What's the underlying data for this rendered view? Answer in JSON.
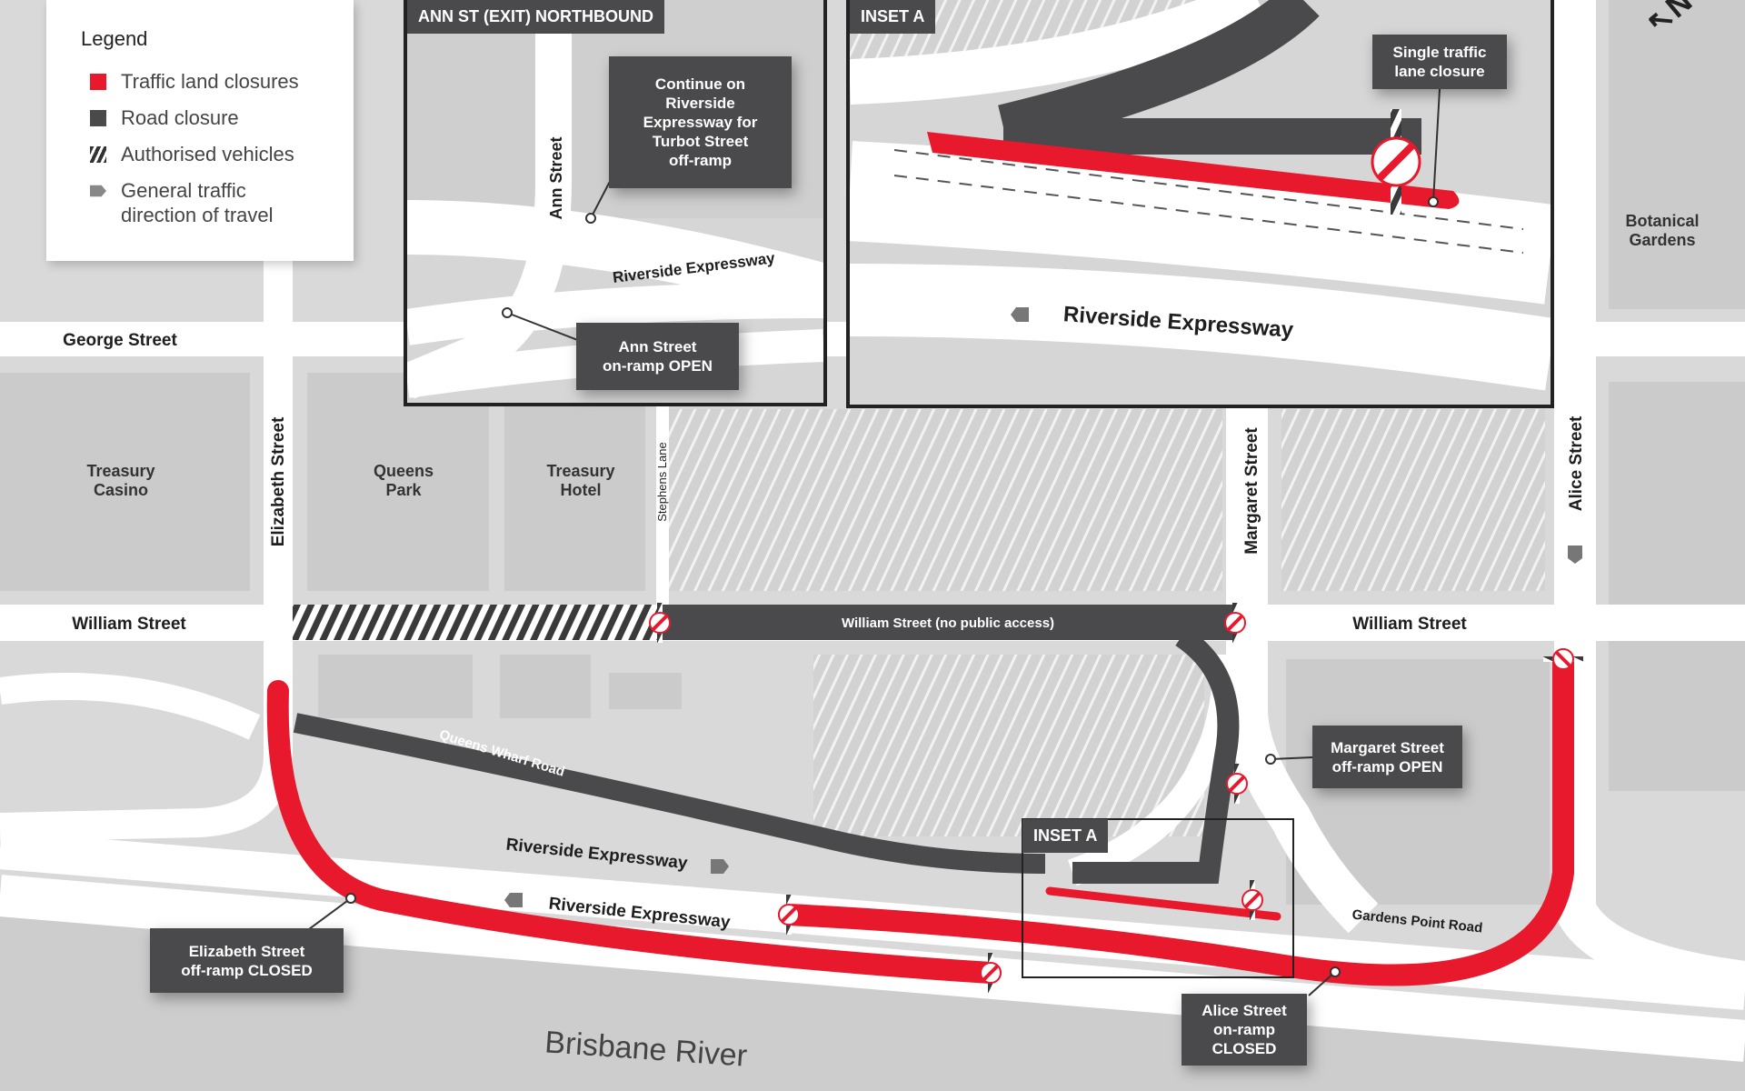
{
  "legend": {
    "title": "Legend",
    "items": [
      {
        "label": "Traffic land closures",
        "icon": "red-square-icon",
        "color": "#e8192c"
      },
      {
        "label": "Road closure",
        "icon": "dark-square-icon",
        "color": "#4a4a4c"
      },
      {
        "label": "Authorised vehicles",
        "icon": "hatch-icon"
      },
      {
        "label": "General traffic\ndirection of travel",
        "icon": "direction-arrow-icon"
      }
    ]
  },
  "colors": {
    "closure": "#e8192c",
    "road_closure": "#4a4a4c",
    "road": "#ffffff",
    "block": "#cfcfcf"
  },
  "places": {
    "treasury_casino": "Treasury\nCasino",
    "queens_park": "Queens\nPark",
    "treasury_hotel": "Treasury\nHotel",
    "botanical_gardens": "Botanical\nGardens",
    "brisbane_river": "Brisbane River"
  },
  "streets": {
    "george": "George Street",
    "elizabeth": "Elizabeth Street",
    "stephens": "Stephens Lane",
    "margaret": "Margaret Street",
    "alice": "Alice Street",
    "william_left": "William Street",
    "william_right": "William Street",
    "william_closed": "William Street (no public access)",
    "queens_wharf": "Queens Wharf Road",
    "riverside_upper": "Riverside Expressway",
    "riverside_lower": "Riverside Expressway",
    "gardens_point": "Gardens Point Road"
  },
  "callouts": {
    "elizabeth_offramp": "Elizabeth Street\noff-ramp CLOSED",
    "margaret_offramp": "Margaret Street\noff-ramp OPEN",
    "alice_onramp": "Alice Street\non-ramp\nCLOSED",
    "inset_a_main": "INSET A"
  },
  "inset_ann": {
    "title": "ANN ST (EXIT) NORTHBOUND",
    "street": "Ann Street",
    "expressway": "Riverside Expressway",
    "callout_continue": "Continue on\nRiverside\nExpressway for\nTurbot Street\noff-ramp",
    "callout_onramp": "Ann Street\non-ramp OPEN"
  },
  "inset_a": {
    "title": "INSET A",
    "callout": "Single traffic\nlane closure",
    "expressway": "Riverside Expressway"
  },
  "north_label": "N"
}
